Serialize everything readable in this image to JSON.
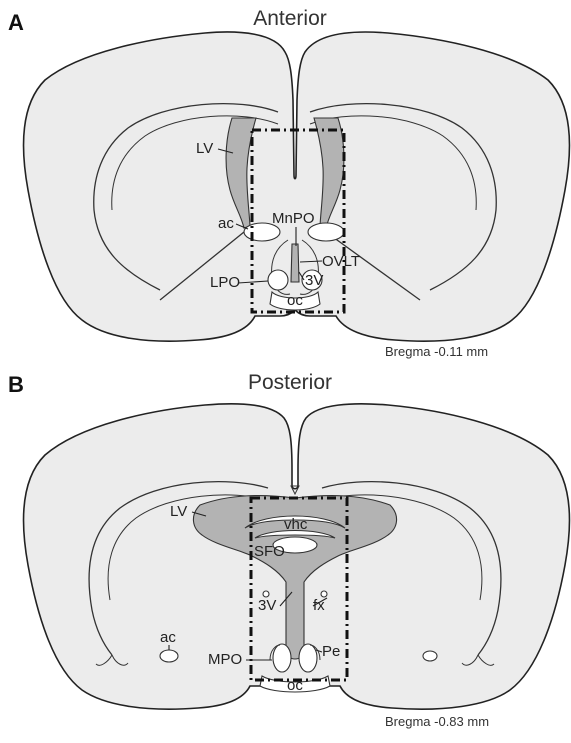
{
  "panels": [
    {
      "letter": "A",
      "title": "Anterior",
      "labels": {
        "lv": "LV",
        "ac": "ac",
        "mnpo": "MnPO",
        "ovlt": "OVLT",
        "lpo": "LPO",
        "v3": "3V",
        "oc": "oc"
      },
      "bregma": "Bregma -0.11 mm"
    },
    {
      "letter": "B",
      "title": "Posterior",
      "labels": {
        "lv": "LV",
        "vhc": "vhc",
        "sfo": "SFO",
        "fx": "fx",
        "v3": "3V",
        "ac": "ac",
        "mpo": "MPO",
        "pe": "Pe",
        "oc": "oc"
      },
      "bregma": "Bregma -0.83 mm"
    }
  ],
  "colors": {
    "tissue": "#ececec",
    "ventricle": "#b3b3b3",
    "outline": "#222222"
  }
}
